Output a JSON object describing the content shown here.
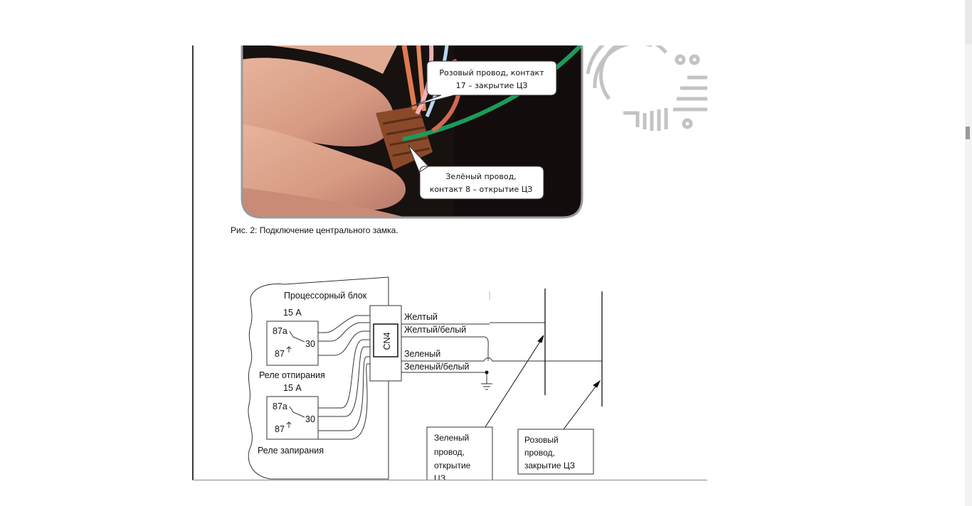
{
  "callouts": {
    "pink": {
      "line1": "Розовый провод, контакт",
      "line2": "17 – закрытие ЦЗ"
    },
    "green": {
      "line1": "Зелёный провод,",
      "line2": "контакт 8 – открытие ЦЗ"
    }
  },
  "caption": "Рис. 2: Подключение центрального замка.",
  "diagram": {
    "processor_block": "Процессорный блок",
    "relay1": {
      "amp": "15 А",
      "pin_87a": "87a",
      "pin_30": "30",
      "pin_87": "87",
      "name": "Реле отпирания"
    },
    "relay2": {
      "amp": "15 А",
      "pin_87a": "87a",
      "pin_30": "30",
      "pin_87": "87",
      "name": "Реле запирания"
    },
    "connector": "CN4",
    "wires": [
      "Желтый",
      "Желтый/белый",
      "Зеленый",
      "Зеленый/белый"
    ],
    "box_green": [
      "Зеленый",
      "провод,",
      "открытие",
      "ЦЗ"
    ],
    "box_pink": [
      "Розовый",
      "провод,",
      "закрытие ЦЗ"
    ]
  },
  "colors": {
    "photo_bg": "#1a1412",
    "skin": "#d8a088",
    "green_wire": "#1e9a5a",
    "pink_wire": "#e8a0a0",
    "orange_wire": "#e07a50"
  }
}
